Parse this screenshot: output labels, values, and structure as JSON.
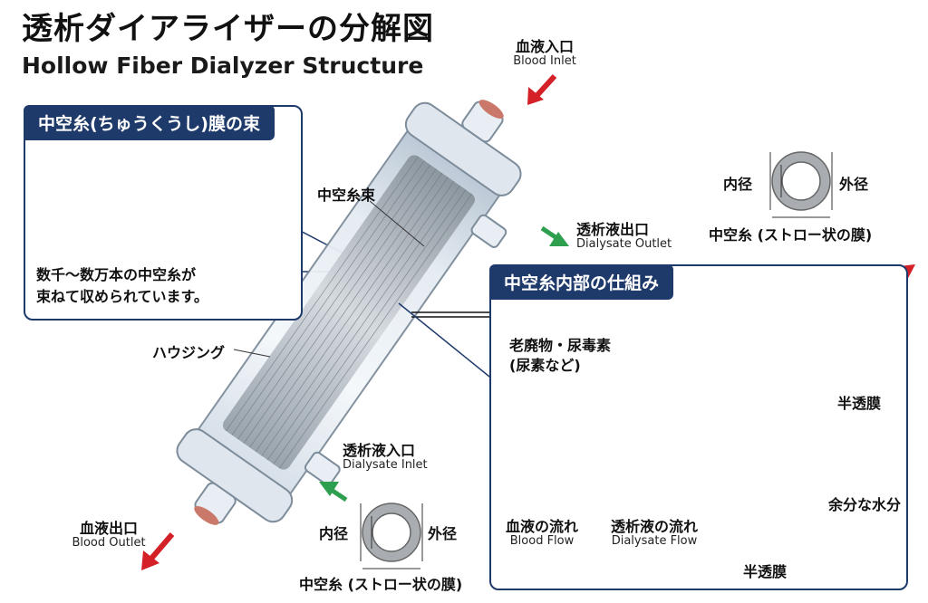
{
  "title": {
    "jp": "透析ダイアライザーの分解図",
    "en": "Hollow Fiber Dialyzer Structure"
  },
  "labels": {
    "blood_inlet_jp": "血液入口",
    "blood_inlet_en": "Blood Inlet",
    "blood_outlet_jp": "血液出口",
    "blood_outlet_en": "Blood Outlet",
    "dialysate_outlet_jp": "透析液出口",
    "dialysate_outlet_en": "Dialysate Outlet",
    "dialysate_inlet_jp": "透析液入口",
    "dialysate_inlet_en": "Dialysate Inlet",
    "fiber_bundle": "中空糸束",
    "housing": "ハウジング"
  },
  "fiber_panel": {
    "header": "中空糸(ちゅうくうし)膜の束",
    "note_line1": "数千〜数万本の中空糸が",
    "note_line2": "束ねて収められています。"
  },
  "cross_section_top": {
    "inner": "内径",
    "outer": "外径",
    "caption": "中空糸 (ストロー状の膜)"
  },
  "cross_section_bottom": {
    "inner": "内径",
    "outer": "外径",
    "caption": "中空糸 (ストロー状の膜)"
  },
  "mechanism_panel": {
    "header": "中空糸内部の仕組み",
    "waste_line1": "老廃物・尿毒素",
    "waste_line2": "(尿素など)",
    "semi_membrane_top": "半透膜",
    "semi_membrane_bottom": "半透膜",
    "excess_water": "余分な水分",
    "blood_flow_jp": "血液の流れ",
    "blood_flow_en": "Blood Flow",
    "dialysate_flow_jp": "透析液の流れ",
    "dialysate_flow_en": "Dialysate Flow"
  },
  "colors": {
    "navy": "#1e3a6b",
    "blood_red": "#d42027",
    "dialysate_green": "#2e9e4f",
    "flow_blue": "#1f5fa8"
  }
}
